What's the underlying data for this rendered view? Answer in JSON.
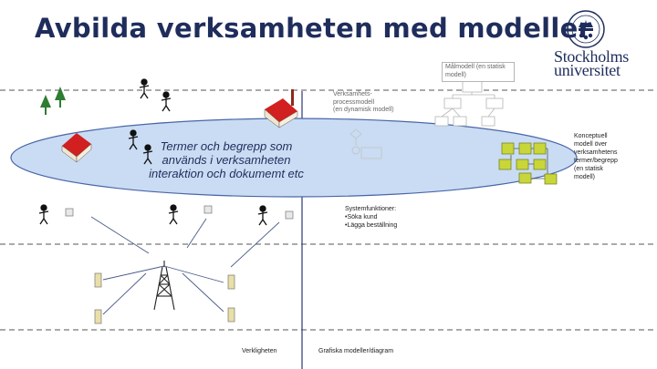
{
  "slide": {
    "title": "Avbilda verksamheten med modeller"
  },
  "logo": {
    "name_line1": "Stockholms",
    "name_line2": "universitet",
    "emblem": "crown-seal-icon"
  },
  "ellipse": {
    "label_line1": "Termer och begrepp som",
    "label_line2": "används i verksamheten",
    "label_line3": "interaktion och dokumemt etc"
  },
  "annotations": {
    "malmodell_line1": "Målmodell (en statisk",
    "malmodell_line2": "modell)",
    "process_line1": "Verksamhets-",
    "process_line2": "processmodell",
    "process_line3": "(en dynamisk modell)",
    "koncept_line1": "Konceptuell",
    "koncept_line2": "modell över",
    "koncept_line3": "verksamhetens",
    "koncept_line4": "termer/begrepp",
    "koncept_line5": "(en statisk",
    "koncept_line6": "modell)",
    "system_line1": "Systemfunktioner:",
    "system_line2": "•Söka kund",
    "system_line3": "•Lägga beställning"
  },
  "bottom_labels": {
    "reality": "Verkligheten",
    "models": "Grafiska modeller/diagram"
  },
  "colors": {
    "title": "#1f2d5c",
    "ellipse_fill": "#c9dcf3",
    "ellipse_stroke": "#4a66a8",
    "concept_box": "#c8d63a",
    "house_roof": "#d21f1f",
    "tree": "#2e7d32"
  }
}
